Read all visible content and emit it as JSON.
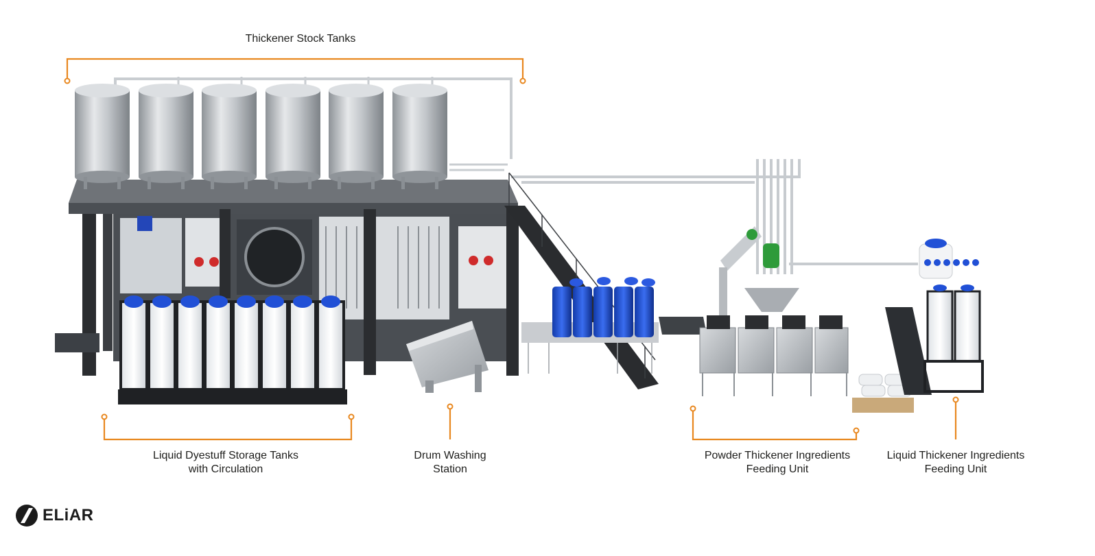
{
  "labels": {
    "thickener_stock_tanks": "Thickener Stock Tanks",
    "liquid_dyestuff": {
      "line1": "Liquid Dyestuff Storage Tanks",
      "line2": "with Circulation"
    },
    "drum_washing": {
      "line1": "Drum Washing",
      "line2": "Station"
    },
    "powder_thickener": {
      "line1": "Powder Thickener Ingredients",
      "line2": "Feeding Unit"
    },
    "liquid_thickener": {
      "line1": "Liquid Thickener Ingredients",
      "line2": "Feeding Unit"
    }
  },
  "logo": {
    "text": "ELiAR"
  },
  "colors": {
    "accent": "#e8871e",
    "steel": "#b8bcc0",
    "frame": "#2b2d30",
    "drum_blue": "#1e4fd8",
    "tote_white": "#f2f4f6"
  }
}
